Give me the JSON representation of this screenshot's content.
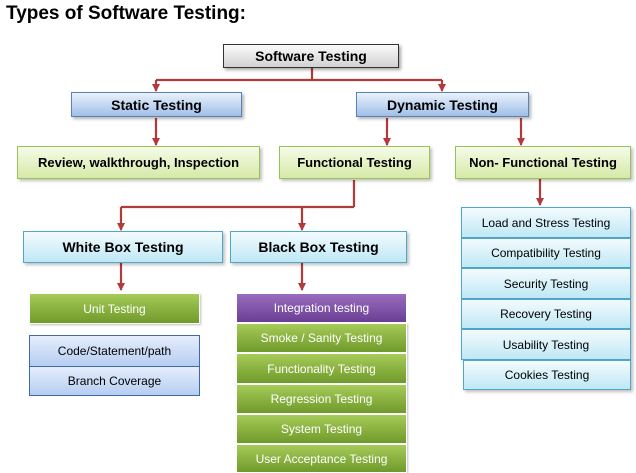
{
  "title": "Types of Software Testing:",
  "root": "Software Testing",
  "level1": {
    "static": "Static Testing",
    "dynamic": "Dynamic Testing"
  },
  "level2": {
    "review": "Review, walkthrough, Inspection",
    "functional": "Functional Testing",
    "non_functional": "Non- Functional Testing"
  },
  "level3": {
    "white_box": "White Box Testing",
    "black_box": "Black Box Testing"
  },
  "white_box_items": {
    "unit": "Unit Testing",
    "code_path": "Code/Statement/path",
    "branch": "Branch Coverage"
  },
  "black_box_items": [
    "Integration testing",
    "Smoke / Sanity Testing",
    "Functionality  Testing",
    "Regression Testing",
    "System Testing",
    "User Acceptance Testing"
  ],
  "non_functional_items": [
    "Load and Stress Testing",
    "Compatibility  Testing",
    "Security Testing",
    "Recovery Testing",
    "Usability Testing",
    "Cookies  Testing"
  ],
  "colors": {
    "connector": "#b33a3a",
    "green": "#7fa83a",
    "purple": "#7a4fa3",
    "blue": "#9fbfe8",
    "cyan": "#bfe8f5"
  }
}
